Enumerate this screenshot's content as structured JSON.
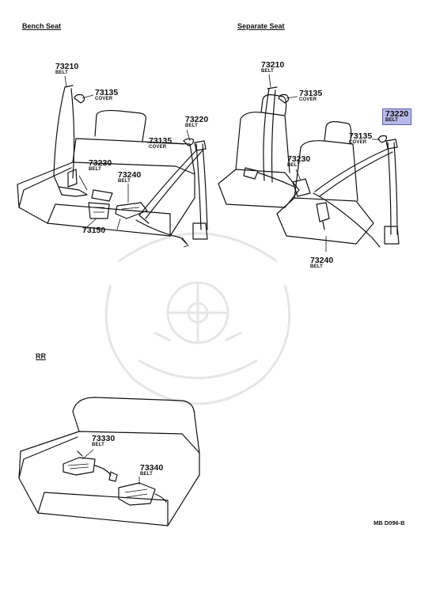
{
  "sections": {
    "bench": "Bench Seat",
    "separate": "Separate Seat",
    "rear": "RR"
  },
  "labels": {
    "b_73210": {
      "num": "73210",
      "sub": "BELT"
    },
    "b_73135a": {
      "num": "73135",
      "sub": "COVER"
    },
    "b_73220": {
      "num": "73220",
      "sub": "BELT"
    },
    "b_73135b": {
      "num": "73135",
      "sub": "COVER"
    },
    "b_73230": {
      "num": "73230",
      "sub": "BELT"
    },
    "b_73240": {
      "num": "73240",
      "sub": "BELT"
    },
    "b_73150": {
      "num": "73150"
    },
    "s_73210": {
      "num": "73210",
      "sub": "BELT"
    },
    "s_73135a": {
      "num": "73135",
      "sub": "COVER"
    },
    "s_73220": {
      "num": "73220",
      "sub": "BELT"
    },
    "s_73135b": {
      "num": "73135",
      "sub": "COVER"
    },
    "s_73230": {
      "num": "73230",
      "sub": "BELT"
    },
    "s_73240": {
      "num": "73240",
      "sub": "BELT"
    },
    "r_73330": {
      "num": "73330",
      "sub": "BELT"
    },
    "r_73340": {
      "num": "73340",
      "sub": "BELT"
    }
  },
  "diagram_code": "MB D096-B",
  "colors": {
    "highlight": "#b7b9e8",
    "line": "#111111",
    "watermark": "#e6e6e6"
  }
}
